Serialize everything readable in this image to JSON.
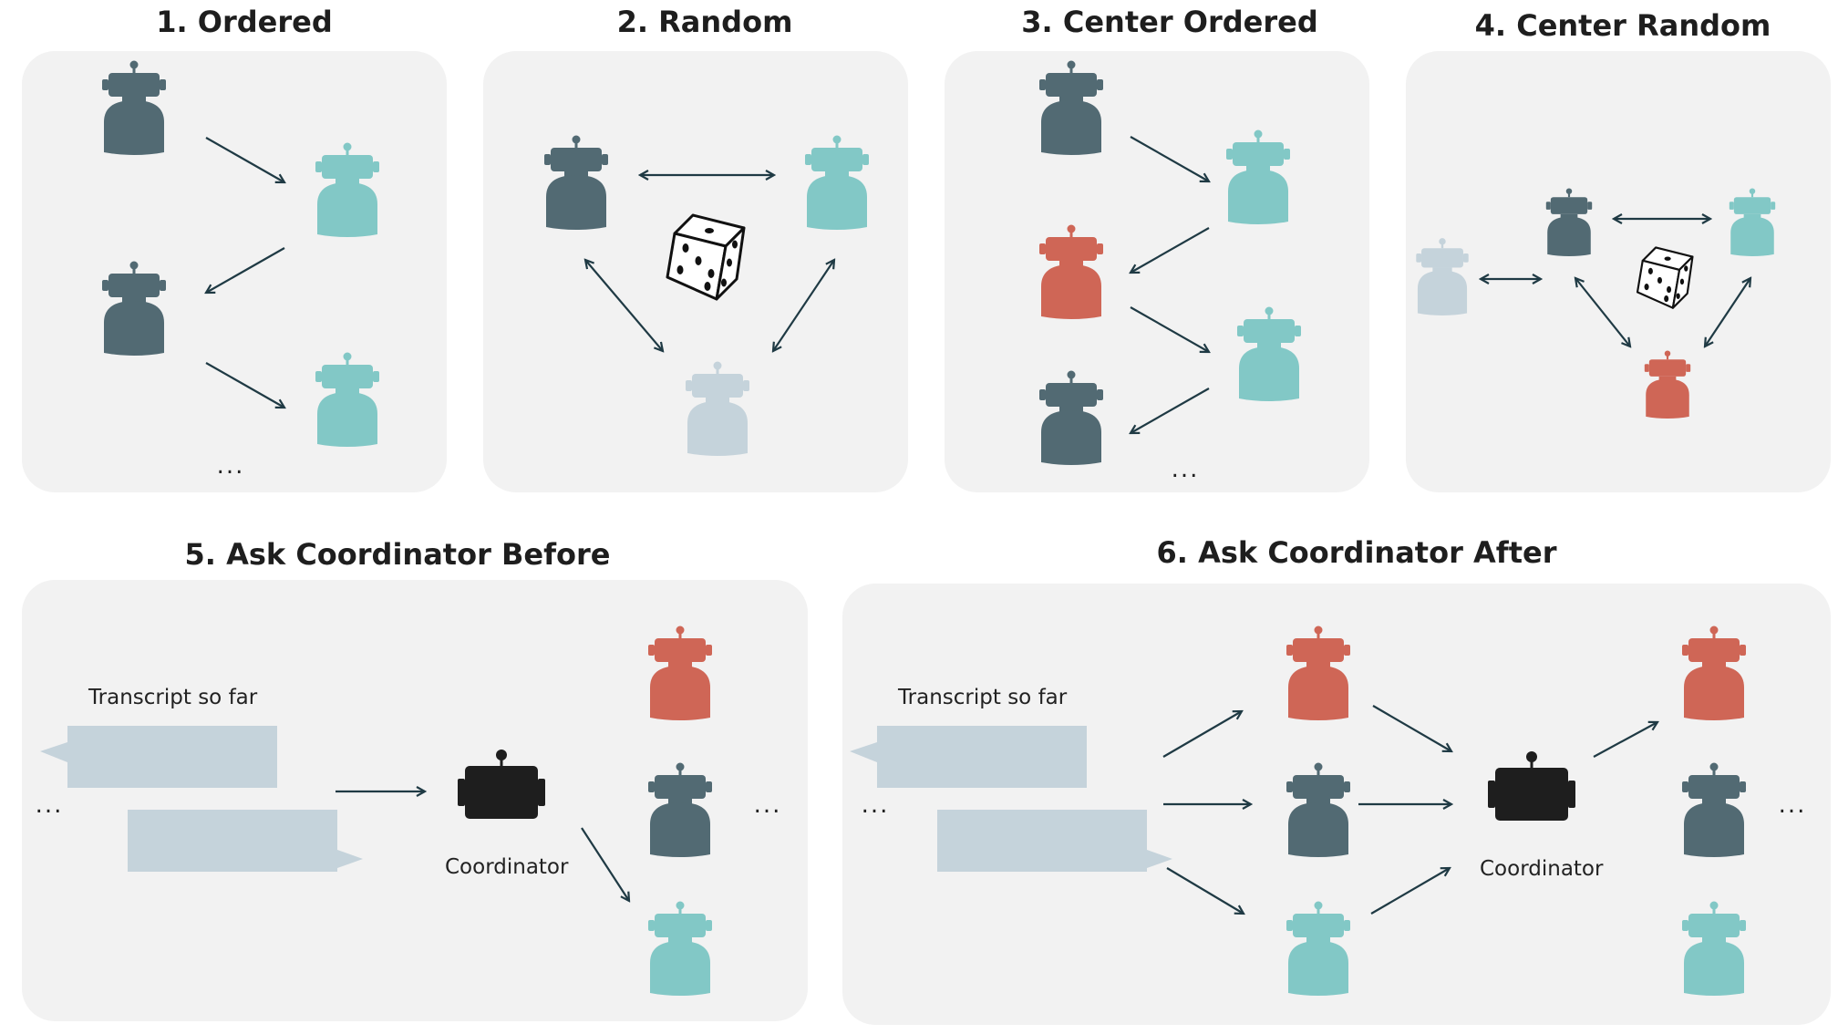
{
  "colors": {
    "panel_bg": "#f2f2f2",
    "robot_dark": "#526a73",
    "robot_teal": "#82c8c6",
    "robot_light": "#c5d3db",
    "robot_red": "#cf6656",
    "coordinator": "#1e1e1e",
    "arrow": "#1f3a44",
    "bubble": "#c5d3db"
  },
  "panels": [
    {
      "title": "1. Ordered",
      "ellipsis": "..."
    },
    {
      "title": "2. Random"
    },
    {
      "title": "3.  Center Ordered",
      "ellipsis": "..."
    },
    {
      "title": "4. Center Random"
    },
    {
      "title": "5. Ask Coordinator Before",
      "transcript_label": "Transcript so far",
      "coordinator_label": "Coordinator",
      "ellipsis_left": "...",
      "ellipsis_right": "..."
    },
    {
      "title": "6. Ask Coordinator After",
      "transcript_label": "Transcript so far",
      "coordinator_label": "Coordinator",
      "ellipsis_left": "...",
      "ellipsis_right": "..."
    }
  ],
  "icons": {
    "robot": "robot-icon",
    "coordinator": "coordinator-robot-icon",
    "dice": "dice-icon",
    "speech_bubble": "speech-bubble-icon"
  }
}
